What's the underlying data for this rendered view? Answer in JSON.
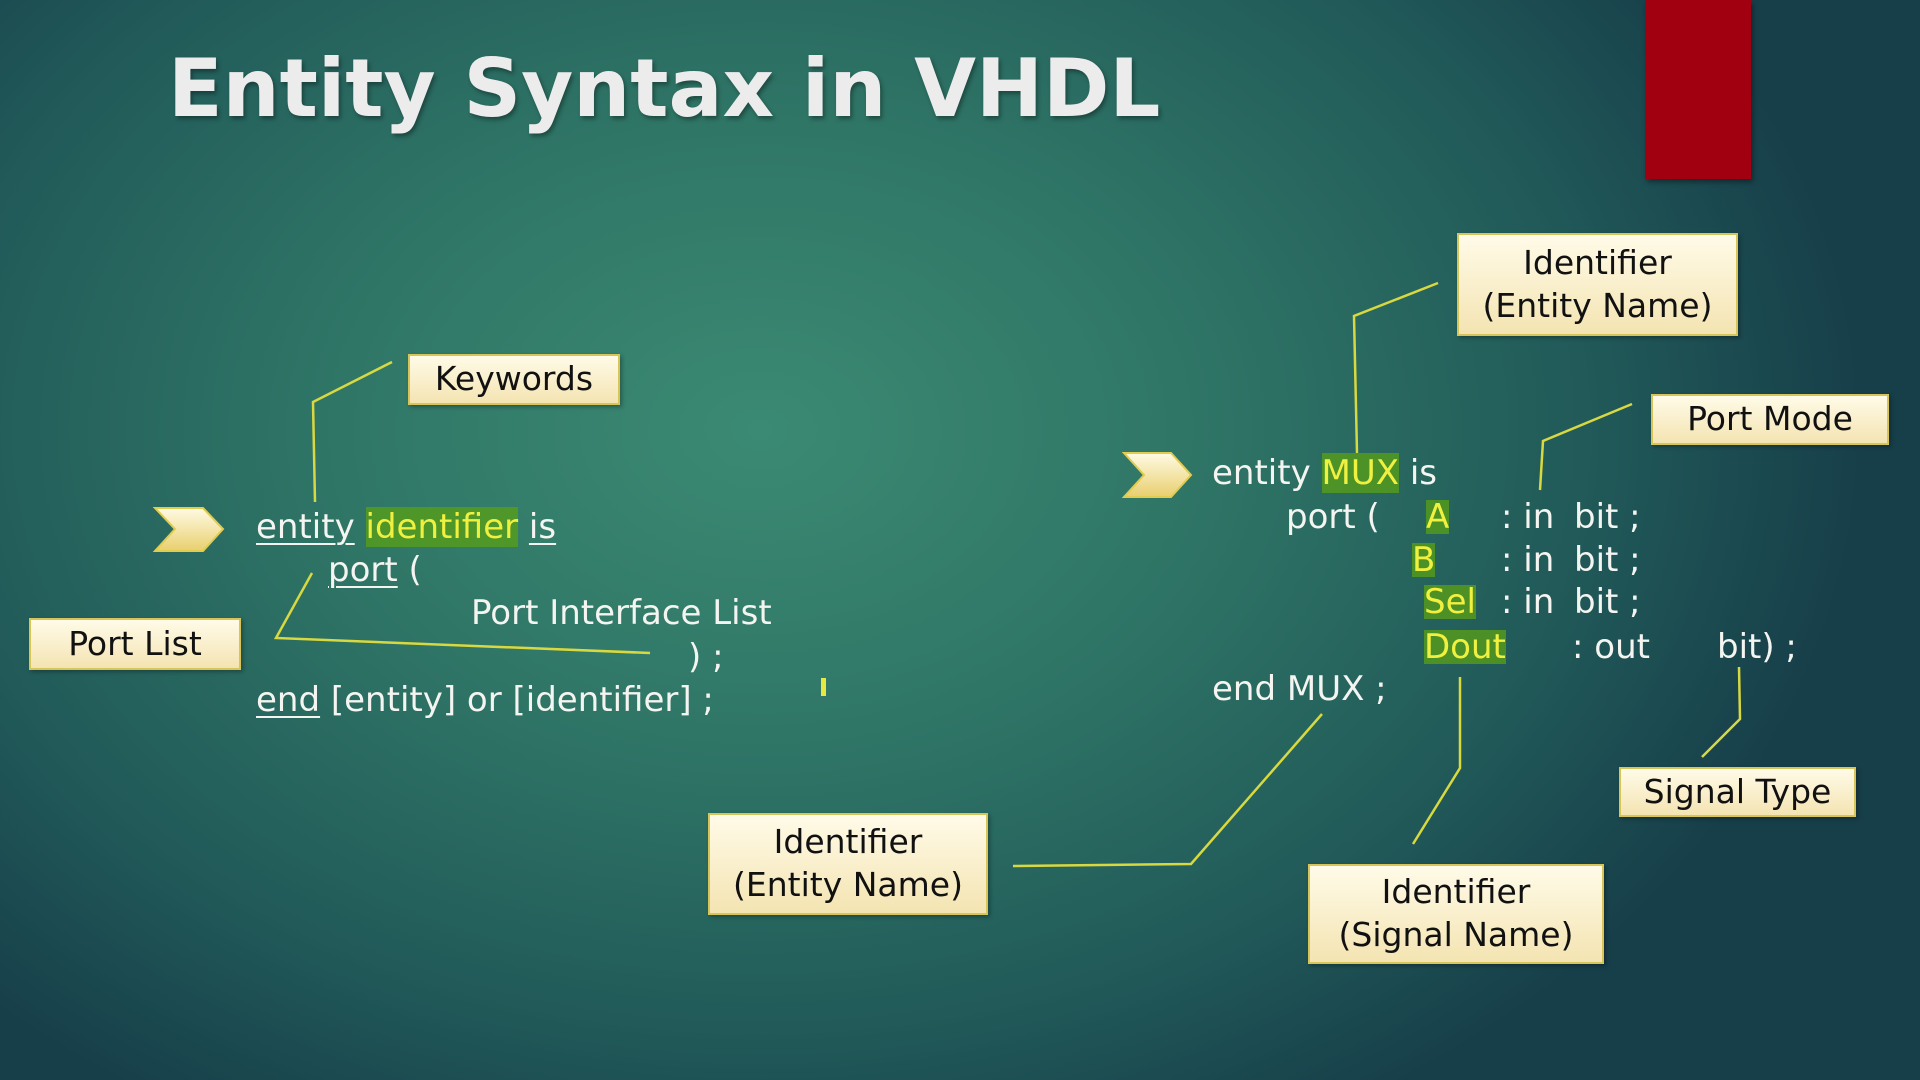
{
  "title": "Entity Syntax in VHDL",
  "colors": {
    "accent_red": "#a0000f",
    "callout_line": "#d8d840",
    "highlight": "#f0f040"
  },
  "left": {
    "kw_entity": "entity",
    "identifier": "identifier",
    "kw_is": "is",
    "kw_port": "port",
    "port_paren": "(",
    "port_interface_list": "Port Interface List",
    "close": ") ;",
    "kw_end": "end",
    "end_rest": "[entity] or [identifier] ;"
  },
  "right": {
    "entity": "entity",
    "name": "MUX",
    "is": "is",
    "port": "port (",
    "ports": [
      {
        "name": "A",
        "mode": ": in",
        "type": "bit ;"
      },
      {
        "name": "B",
        "mode": ": in",
        "type": "bit ;"
      },
      {
        "name": "Sel",
        "mode": ": in",
        "type": "bit ;"
      },
      {
        "name": "Dout",
        "mode": ": out",
        "type": "bit) ;"
      }
    ],
    "end": "end MUX ;"
  },
  "labels": {
    "keywords": "Keywords",
    "port_list": "Port List",
    "id_entity_top": [
      "Identifier",
      "(Entity Name)"
    ],
    "port_mode": "Port Mode",
    "signal_type": "Signal Type",
    "id_entity_bottom": [
      "Identifier",
      "(Entity Name)"
    ],
    "id_signal": [
      "Identifier",
      "(Signal Name)"
    ]
  }
}
